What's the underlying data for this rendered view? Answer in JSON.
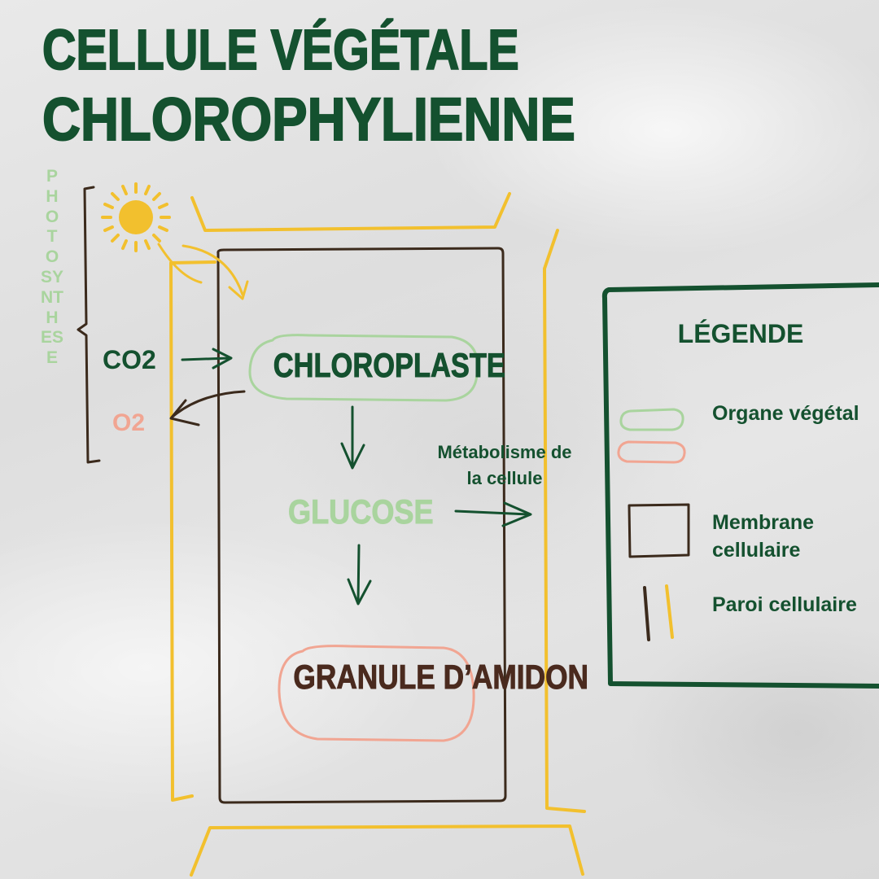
{
  "title": {
    "line1": "CELLULE VÉGÉTALE",
    "line2": "CHLOROPHYLIENNE"
  },
  "side_label": "PHOTOSYNTHESE",
  "process": {
    "co2": "CO2",
    "o2": "O2",
    "chloroplast": "CHLOROPLASTE",
    "glucose": "GLUCOSE",
    "granule": "GRANULE D’AMIDON",
    "metabolism": "Métabolisme de la cellule"
  },
  "legend": {
    "title": "LÉGENDE",
    "items": [
      {
        "label": "Organe végétal"
      },
      {
        "label": "Membrane cellulaire"
      },
      {
        "label": "Paroi cellulaire"
      }
    ]
  },
  "colors": {
    "dark_green": "#14512f",
    "light_green": "#a9d49e",
    "salmon": "#f1a592",
    "brown": "#3b2a1c",
    "yellow": "#f2c02e"
  },
  "icons": [
    "sun-icon"
  ]
}
